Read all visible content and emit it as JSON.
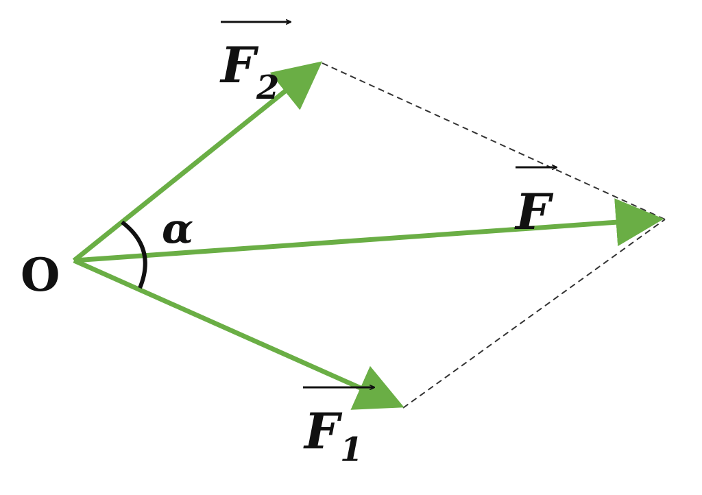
{
  "diagram": {
    "type": "vector-parallelogram",
    "colors": {
      "vector": "#6aae45",
      "dashed": "#333333",
      "text": "#111111",
      "angle_arc": "#111111"
    },
    "labels": {
      "origin": "O",
      "angle": "α",
      "resultant": "F",
      "force_one": "F",
      "force_one_sub": "1",
      "force_two": "F",
      "force_two_sub": "2"
    }
  }
}
